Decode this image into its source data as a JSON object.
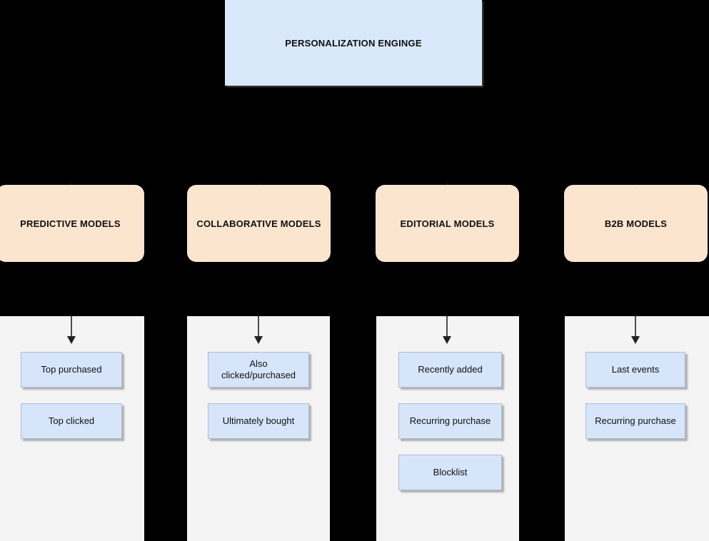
{
  "diagram": {
    "background_color": "#000000",
    "panel_color": "#f4f4f4",
    "engine_box_color": "#d9e8fb",
    "model_box_color": "#fce5cf",
    "item_box_color": "#d6e5fa",
    "arrow_color": "#4d4d4d"
  },
  "engine": {
    "title": "PERSONALIZATION ENGINGE"
  },
  "models": [
    {
      "label": "PREDICTIVE MODELS"
    },
    {
      "label": "COLLABORATIVE MODELS"
    },
    {
      "label": "EDITORIAL MODELS"
    },
    {
      "label": "B2B MODELS"
    }
  ],
  "columns": [
    {
      "model": "PREDICTIVE MODELS",
      "items": [
        {
          "label": "Top purchased"
        },
        {
          "label": "Top clicked"
        }
      ]
    },
    {
      "model": "COLLABORATIVE MODELS",
      "items": [
        {
          "label": "Also clicked/purchased"
        },
        {
          "label": "Ultimately bought"
        }
      ]
    },
    {
      "model": "EDITORIAL MODELS",
      "items": [
        {
          "label": "Recently added"
        },
        {
          "label": "Recurring purchase"
        },
        {
          "label": "Blocklist"
        }
      ]
    },
    {
      "model": "B2B MODELS",
      "items": [
        {
          "label": "Last events"
        },
        {
          "label": "Recurring purchase"
        }
      ]
    }
  ]
}
